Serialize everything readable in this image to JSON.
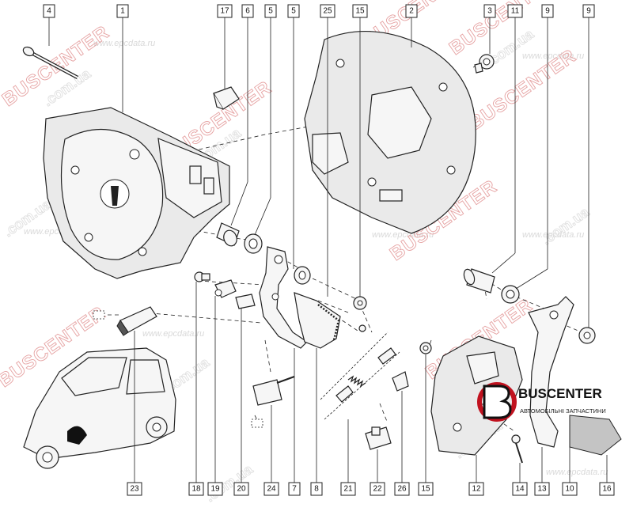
{
  "callouts": {
    "top": [
      "4",
      "1",
      "17",
      "6",
      "5",
      "5",
      "25",
      "15",
      "2",
      "3",
      "11",
      "9",
      "9"
    ],
    "bottom": [
      "23",
      "18",
      "19",
      "20",
      "24",
      "7",
      "8",
      "21",
      "22",
      "26",
      "15",
      "12",
      "14",
      "13",
      "10",
      "16"
    ]
  },
  "watermarks": {
    "url": "www.epcdata.ru",
    "brand_red": "BUSCENTER",
    "brand_grey": ".com.ua"
  },
  "logo": {
    "name": "BUSCENTER",
    "tagline": "АВТОМОБІЛЬНІ ЗАПЧАСТИНИ"
  },
  "colors": {
    "line": "#222222",
    "watermark_red": "#e6a3a3",
    "logo_red": "#c1121f"
  }
}
